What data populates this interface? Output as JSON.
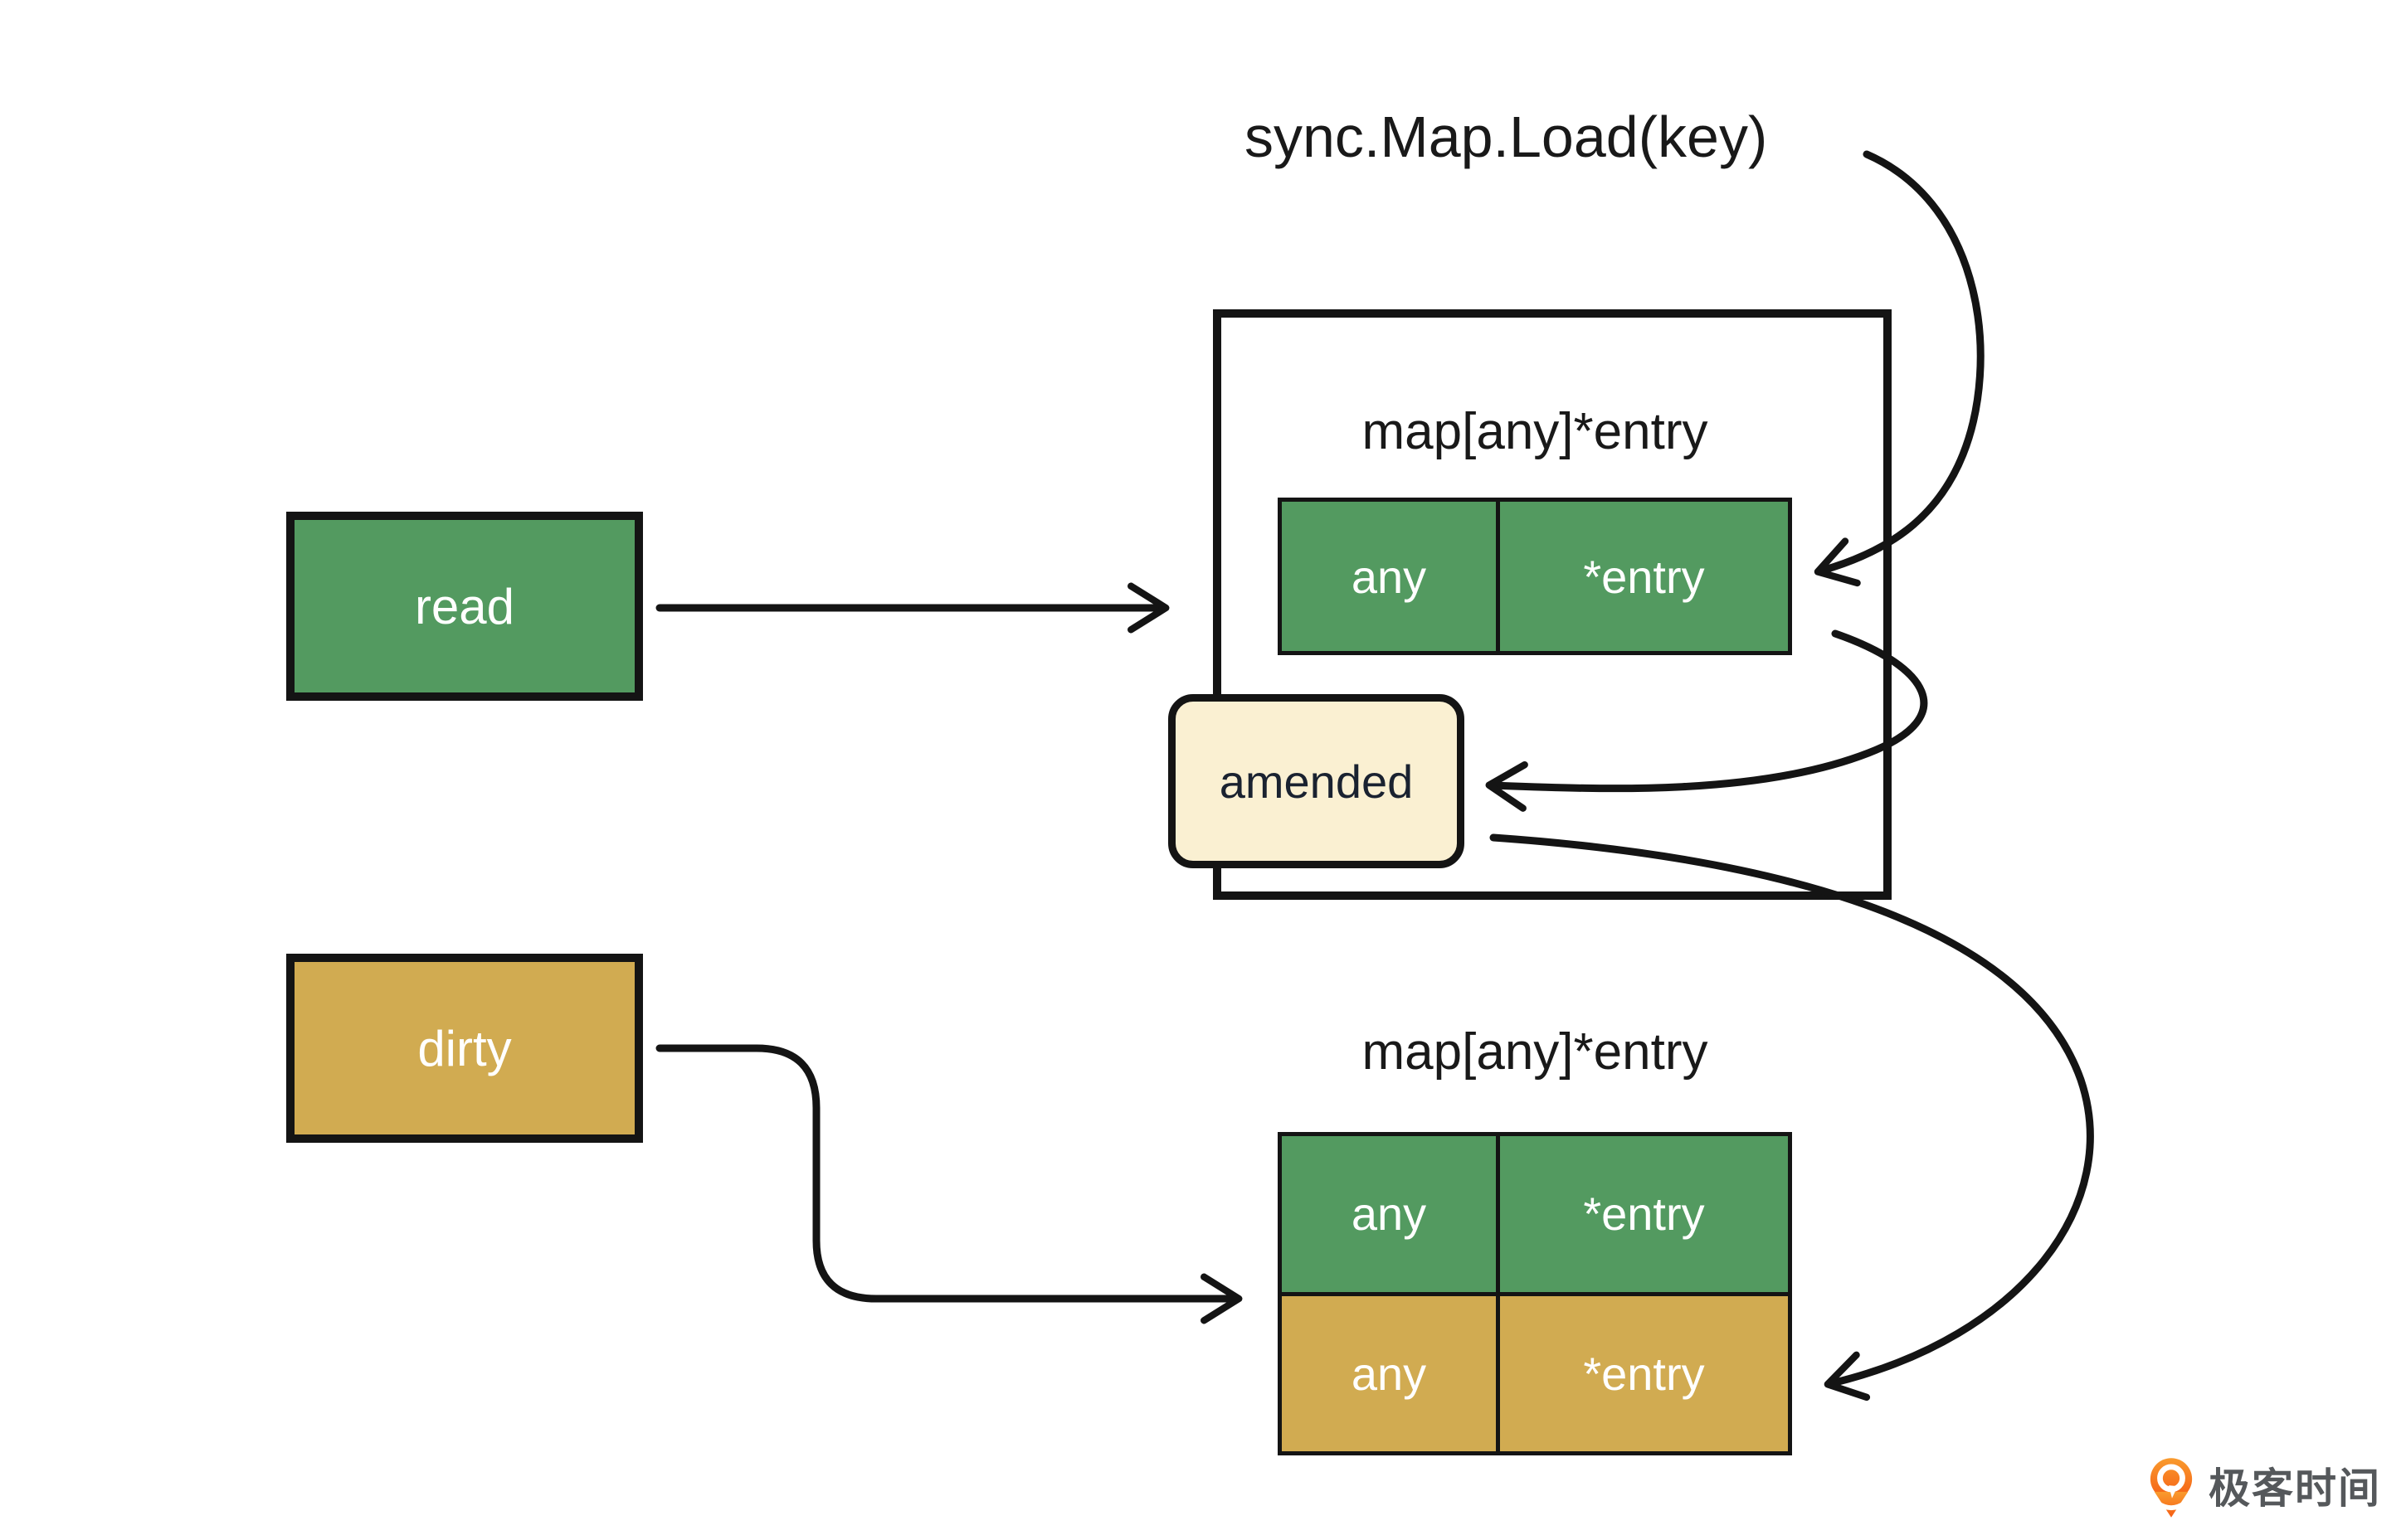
{
  "annotation": {
    "sync_load": "sync.Map.Load(key)"
  },
  "read_box": {
    "label": "read"
  },
  "dirty_box": {
    "label": "dirty"
  },
  "read_map": {
    "title": "map[any]*entry",
    "cells": [
      "any",
      "*entry"
    ]
  },
  "amended": {
    "label": "amended"
  },
  "dirty_map": {
    "title": "map[any]*entry",
    "rows": [
      [
        "any",
        "*entry"
      ],
      [
        "any",
        "*entry"
      ]
    ]
  },
  "logo": {
    "text": "极客时间"
  },
  "colors": {
    "green": "#539a60",
    "gold": "#d1ab51",
    "cream": "#faf0d2",
    "stroke": "#141414",
    "logo_orange": "#f76b1c",
    "logo_gray": "#55585b"
  }
}
